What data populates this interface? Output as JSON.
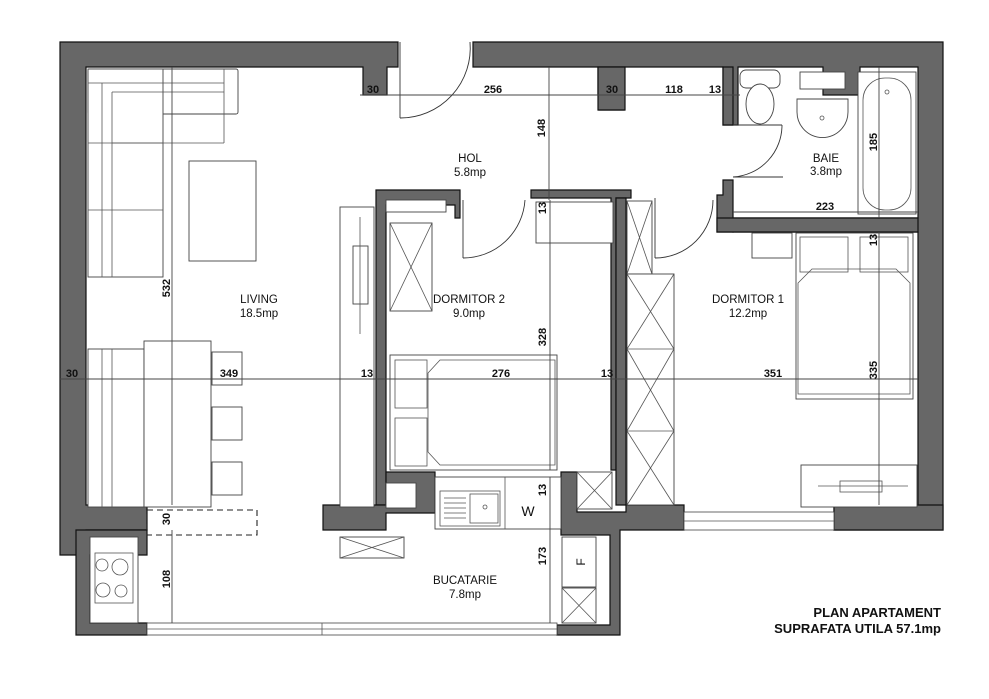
{
  "title": {
    "line1": "PLAN APARTAMENT",
    "line2": "SUPRAFATA UTILA 57.1mp"
  },
  "rooms": {
    "living": {
      "name": "LIVING",
      "area": "18.5mp"
    },
    "hol": {
      "name": "HOL",
      "area": "5.8mp"
    },
    "baie": {
      "name": "BAIE",
      "area": "3.8mp"
    },
    "dormitor2": {
      "name": "DORMITOR 2",
      "area": "9.0mp"
    },
    "dormitor1": {
      "name": "DORMITOR 1",
      "area": "12.2mp"
    },
    "bucatarie": {
      "name": "BUCATARIE",
      "area": "7.8mp"
    }
  },
  "dimensions": {
    "top_wall_left": "30",
    "hol_width": "256",
    "top_wall_mid": "30",
    "closet_width": "118",
    "bath_wall": "13",
    "hol_depth": "148",
    "bath_height": "185",
    "bath_width": "223",
    "d2_top_wall": "13",
    "d1_top_wall": "13",
    "living_height": "532",
    "left_wall": "30",
    "living_width": "349",
    "living_d2_wall": "13",
    "d2_width": "276",
    "d2_d1_wall": "13",
    "d1_width": "351",
    "d2_height": "328",
    "d1_height": "335",
    "kitchen_wall": "13",
    "kitchen_depth": "173",
    "living_lower_wall": "30",
    "kitchen_left_depth": "108"
  },
  "appliances": {
    "washer_label": "W",
    "fridge_label": "F"
  }
}
